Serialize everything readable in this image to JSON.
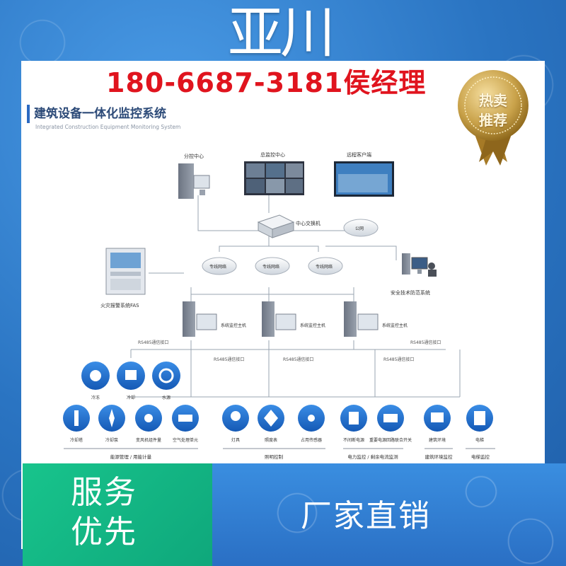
{
  "brand": "亚川",
  "phone": "180-6687-3181侯经理",
  "badge": {
    "line1": "热卖",
    "line2": "推荐"
  },
  "diagram": {
    "title": "建筑设备一体化监控系统",
    "subtitle": "Integrated Construction Equipment Monitoring System",
    "nodes": {
      "branch_center": "分控中心",
      "main_center": "总监控中心",
      "remote_client": "远程客户端",
      "central_switch": "中心交换机",
      "public_network": "公网",
      "private_network": "专线网络",
      "fire_alarm": "火灾报警系统FAS",
      "security_system": "安全技术防范系统",
      "monitor_host": "系统监控主机",
      "rs485_interface": "RS485通信接口"
    },
    "devices": {
      "top_row": [
        "冷冻",
        "冷却",
        "水源"
      ],
      "hvac": [
        "冷却塔",
        "冷却泵",
        "变风机组件量",
        "空气处理单元"
      ],
      "lighting": [
        "灯具",
        "照度表",
        "占用传感器"
      ],
      "power": [
        "不间断电源",
        "重要电源回路联合开关"
      ],
      "environment": [
        "建筑环境"
      ],
      "elevator": [
        "电梯"
      ]
    },
    "groups": [
      "能源管理 / 用能计量",
      "照明控制",
      "电力监控 / 剩余电流监测",
      "建筑环境监控",
      "电梯监控"
    ]
  },
  "slogans": {
    "left_line1": "服务",
    "left_line2": "优先",
    "right": "厂家直销"
  },
  "colors": {
    "frame": "#2a74c2",
    "phone": "#e0141e",
    "icon_blue": "#1e6fd0",
    "banner_green": "#14b583",
    "badge_gold": "#c9a24a"
  }
}
